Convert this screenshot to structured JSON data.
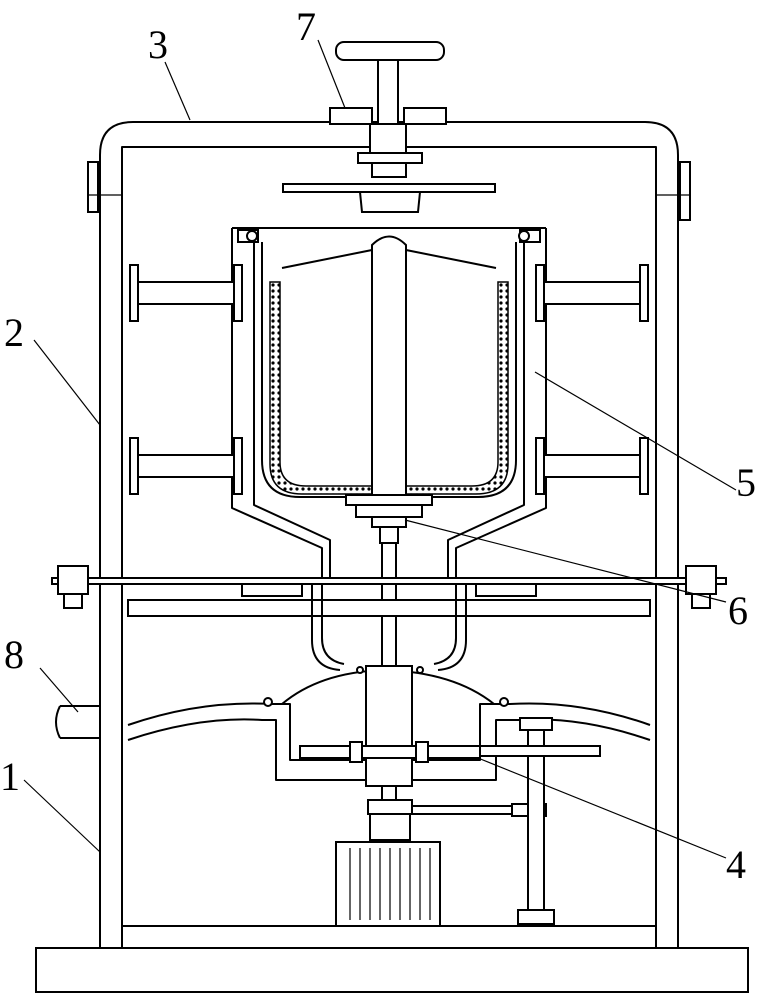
{
  "labels": [
    "1",
    "2",
    "3",
    "4",
    "5",
    "6",
    "7",
    "8"
  ]
}
